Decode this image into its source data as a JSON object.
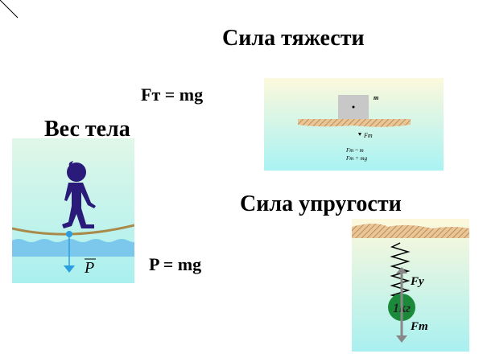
{
  "titles": {
    "gravity": "Сила тяжести",
    "weight": "Вес тела",
    "elastic": "Сила упругости"
  },
  "formulas": {
    "gravity": "Fт = mg",
    "weight": "P = mg"
  },
  "gravity_picture": {
    "mass_label": "m",
    "force_label": "Fт",
    "line1": "Fт ~ m",
    "line2": "Fт = mg"
  },
  "weight_picture": {
    "force_label": "P"
  },
  "elastic_picture": {
    "mass_label": "1кг",
    "force_up": "Fу",
    "force_down": "Fт"
  }
}
